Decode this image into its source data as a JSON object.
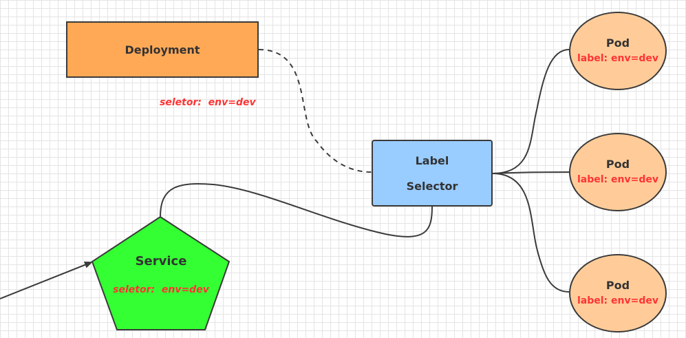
{
  "nodes": {
    "deployment": {
      "title": "Deployment",
      "selector": "seletor:  env=dev"
    },
    "label_selector": {
      "line1": "Label",
      "line2": "Selector"
    },
    "service": {
      "title": "Service",
      "selector": "seletor:  env=dev"
    },
    "pods": [
      {
        "title": "Pod",
        "label": "label: env=dev"
      },
      {
        "title": "Pod",
        "label": "label: env=dev"
      },
      {
        "title": "Pod",
        "label": "label: env=dev"
      }
    ]
  },
  "colors": {
    "deployment_fill": "#ffa957",
    "label_selector_fill": "#99ccff",
    "service_fill": "#33ff33",
    "pod_fill": "#ffcc99",
    "selector_text": "#ff3333",
    "stroke": "#3a3a3a"
  }
}
